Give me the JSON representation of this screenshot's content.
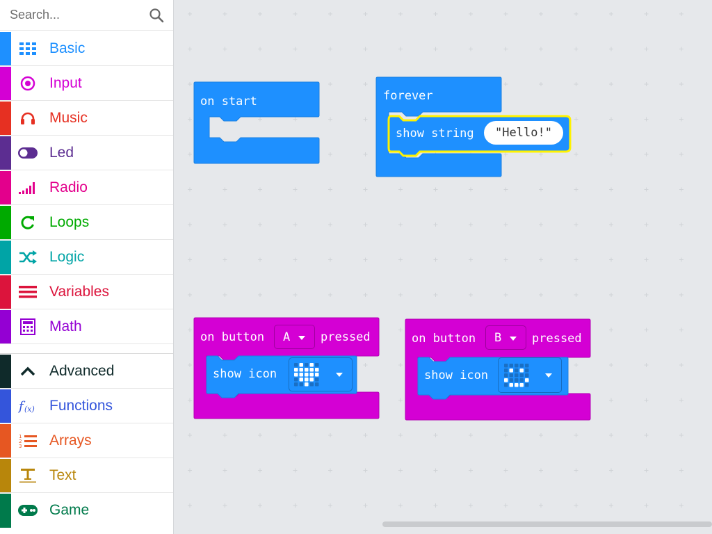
{
  "search": {
    "placeholder": "Search..."
  },
  "categories": [
    {
      "label": "Basic",
      "color": "#1e90ff",
      "icon": "grid-icon"
    },
    {
      "label": "Input",
      "color": "#d400d4",
      "icon": "target-icon"
    },
    {
      "label": "Music",
      "color": "#e63022",
      "icon": "headphones-icon"
    },
    {
      "label": "Led",
      "color": "#5c2d91",
      "icon": "toggle-icon"
    },
    {
      "label": "Radio",
      "color": "#e3008c",
      "icon": "signal-bars-icon"
    },
    {
      "label": "Loops",
      "color": "#00aa00",
      "icon": "refresh-icon"
    },
    {
      "label": "Logic",
      "color": "#00a4a6",
      "icon": "shuffle-icon"
    },
    {
      "label": "Variables",
      "color": "#dc143c",
      "icon": "list-lines-icon"
    },
    {
      "label": "Math",
      "color": "#9400d3",
      "icon": "calculator-icon"
    }
  ],
  "advanced": [
    {
      "label": "Advanced",
      "color": "#0f2a2a",
      "icon": "chevron-up-icon"
    },
    {
      "label": "Functions",
      "color": "#3455db",
      "icon": "function-icon"
    },
    {
      "label": "Arrays",
      "color": "#e65722",
      "icon": "numbered-list-icon"
    },
    {
      "label": "Text",
      "color": "#b8860b",
      "icon": "text-icon"
    },
    {
      "label": "Game",
      "color": "#007a4b",
      "icon": "gamepad-icon"
    }
  ],
  "blocks": {
    "on_start": {
      "label": "on start"
    },
    "forever": {
      "label": "forever",
      "show_string": "show string",
      "string_value": "\"Hello!\""
    },
    "button_a": {
      "prefix": "on button",
      "button": "A",
      "suffix": "pressed",
      "show_icon": "show icon"
    },
    "button_b": {
      "prefix": "on button",
      "button": "B",
      "suffix": "pressed",
      "show_icon": "show icon"
    }
  },
  "colors": {
    "basic_block": "#1e90ff",
    "input_block": "#d400d4",
    "selected_outline": "#fff200",
    "workspace": "#e6e8eb"
  }
}
